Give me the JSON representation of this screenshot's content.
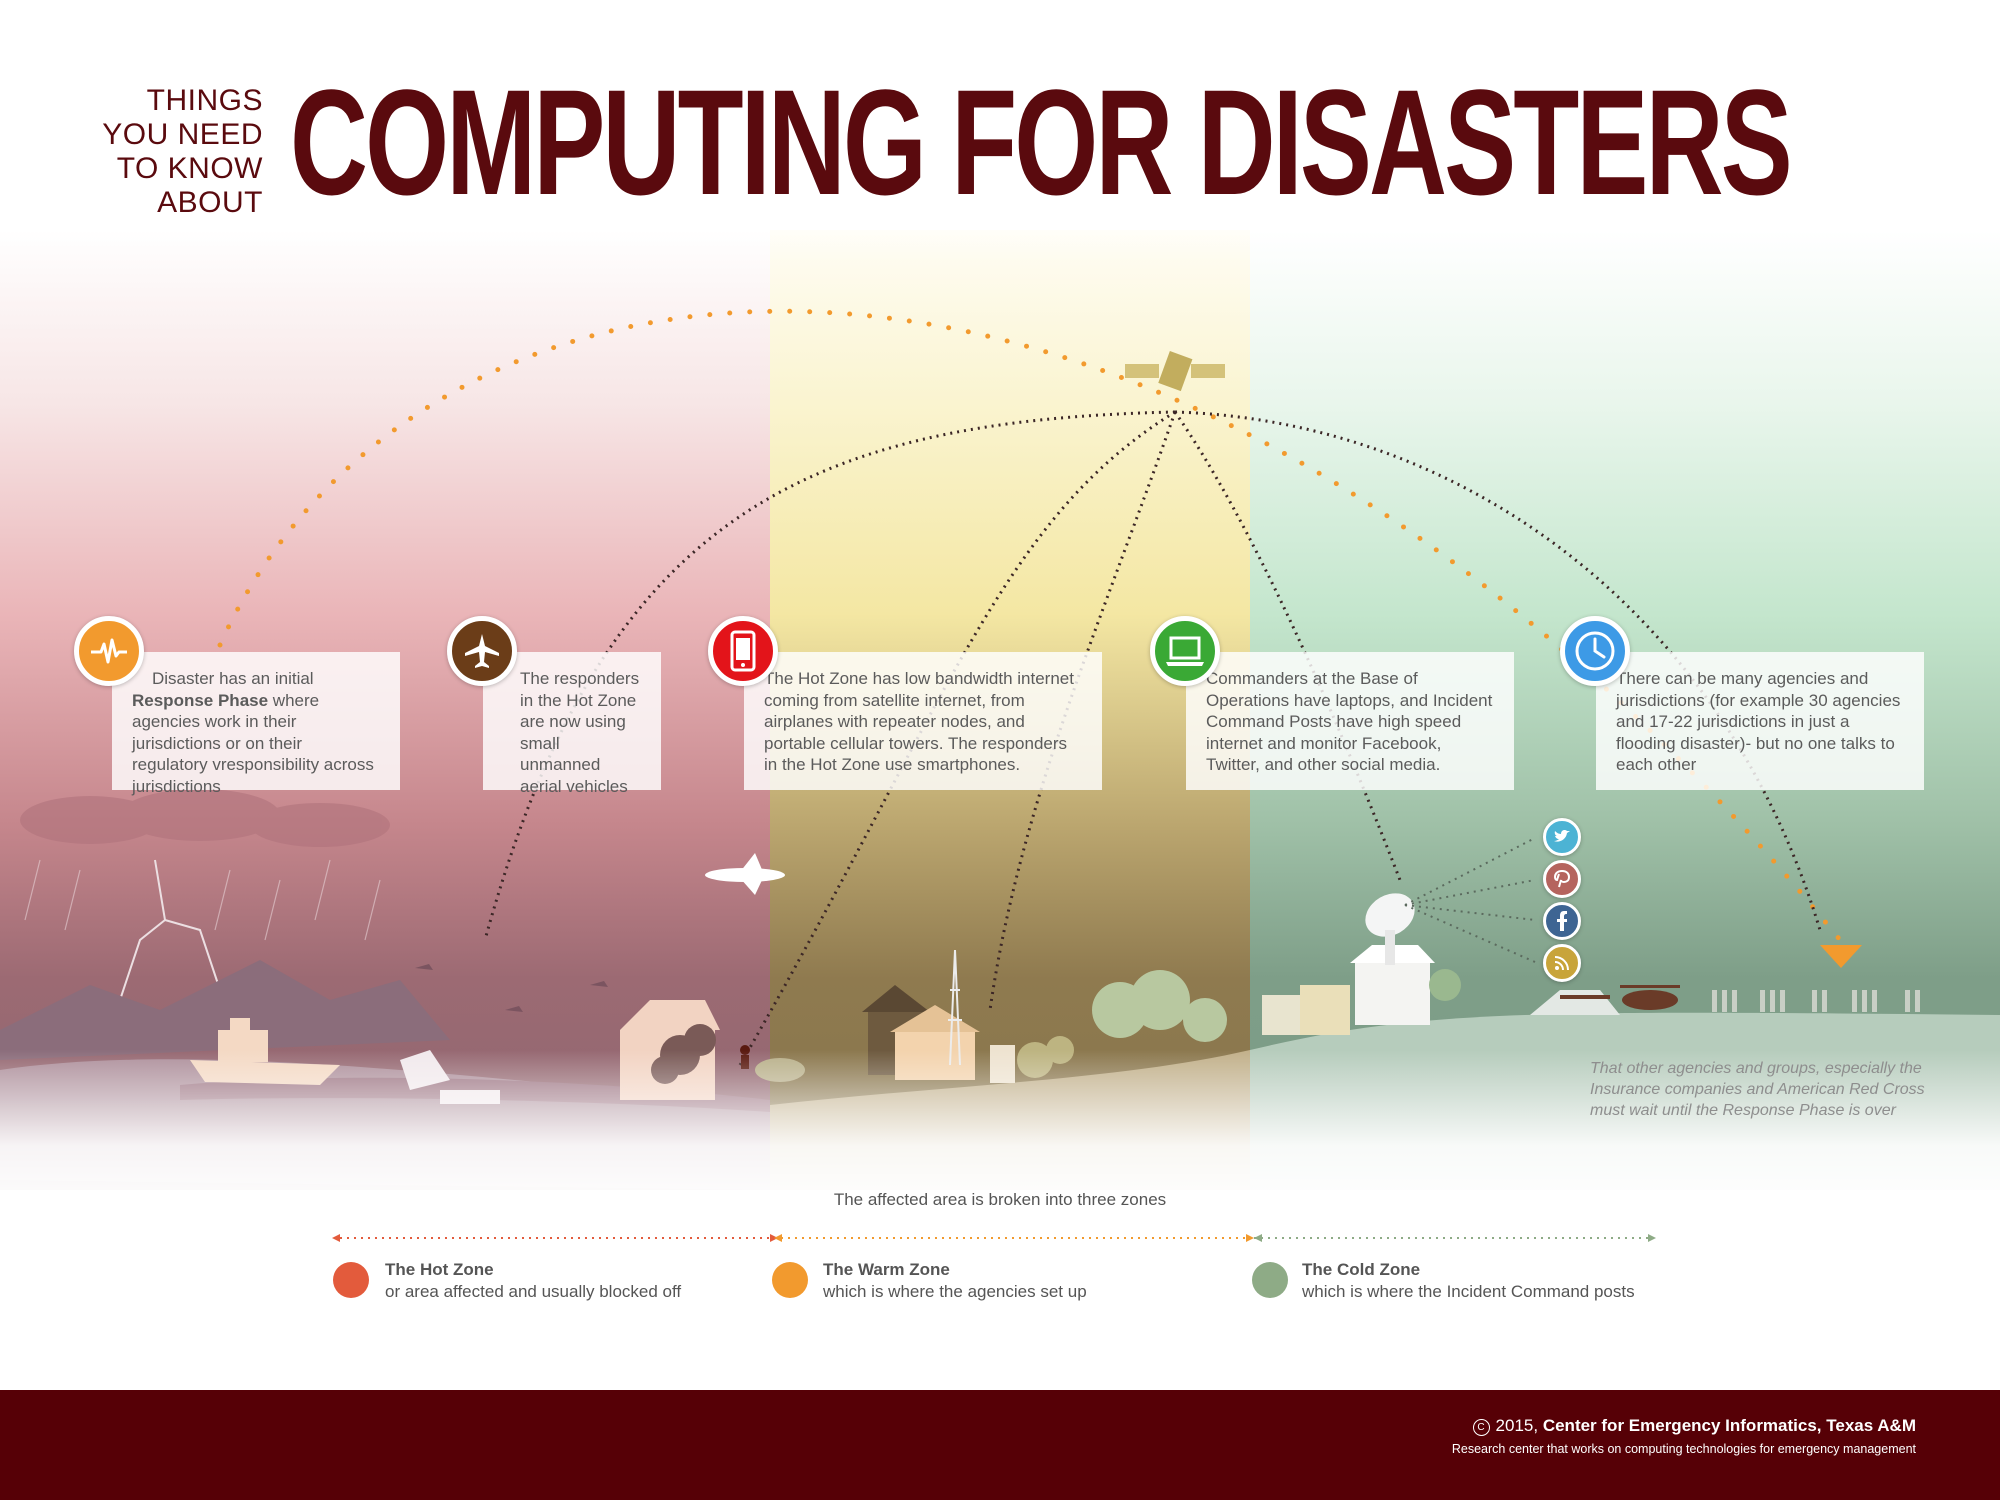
{
  "header": {
    "kicker_lines": [
      "THINGS",
      "YOU NEED",
      "TO KNOW",
      "ABOUT"
    ],
    "title": "COMPUTING FOR DISASTERS"
  },
  "colors": {
    "brand": "#560006",
    "hot": "#e35b3c",
    "warm": "#f29a2e",
    "cold": "#8eab86",
    "orange_dots": "#f29a2e"
  },
  "cards": [
    {
      "icon": "seismograph-icon",
      "color": "#f29a2e",
      "pre": "Disaster has an initial",
      "bold": "Response Phase",
      "text": "where agencies work in their jurisdictions or on their regulatory vresponsibility across jurisdictions"
    },
    {
      "icon": "airplane-icon",
      "color": "#6b3d18",
      "text": "The responders in the Hot Zone are now using small unmanned aerial vehicles"
    },
    {
      "icon": "smartphone-icon",
      "color": "#e3141a",
      "text": "The Hot Zone has low bandwidth internet coming from satellite internet, from airplanes with repeater nodes, and portable cellular towers. The responders in the Hot Zone use smartphones."
    },
    {
      "icon": "laptop-icon",
      "color": "#3aa935",
      "text": "Commanders at the Base of Operations have laptops, and Incident Command Posts have high speed internet and monitor Facebook, Twitter, and other social media."
    },
    {
      "icon": "clock-icon",
      "color": "#3d9ae6",
      "text": "There can be many agencies and jurisdictions (for example 30 agencies and 17-22 jurisdictions in just a flooding disaster)- but no one talks to each other"
    }
  ],
  "social": [
    "twitter-icon",
    "pinterest-icon",
    "facebook-icon",
    "rss-icon"
  ],
  "side_note": "That other agencies and groups, especially the Insurance companies and American Red Cross must wait until the Response Phase is over",
  "zones": {
    "caption": "The affected area is broken into three zones",
    "items": [
      {
        "title": "The Hot Zone",
        "desc": "or area affected and usually blocked off"
      },
      {
        "title": "The Warm Zone",
        "desc": "which is where the agencies set up"
      },
      {
        "title": "The Cold Zone",
        "desc": "which is where the Incident Command posts"
      }
    ]
  },
  "footer": {
    "year": "2015,",
    "org": "Center for Emergency Informatics, Texas A&M",
    "tagline": "Research center that works on computing technologies for emergency management"
  }
}
